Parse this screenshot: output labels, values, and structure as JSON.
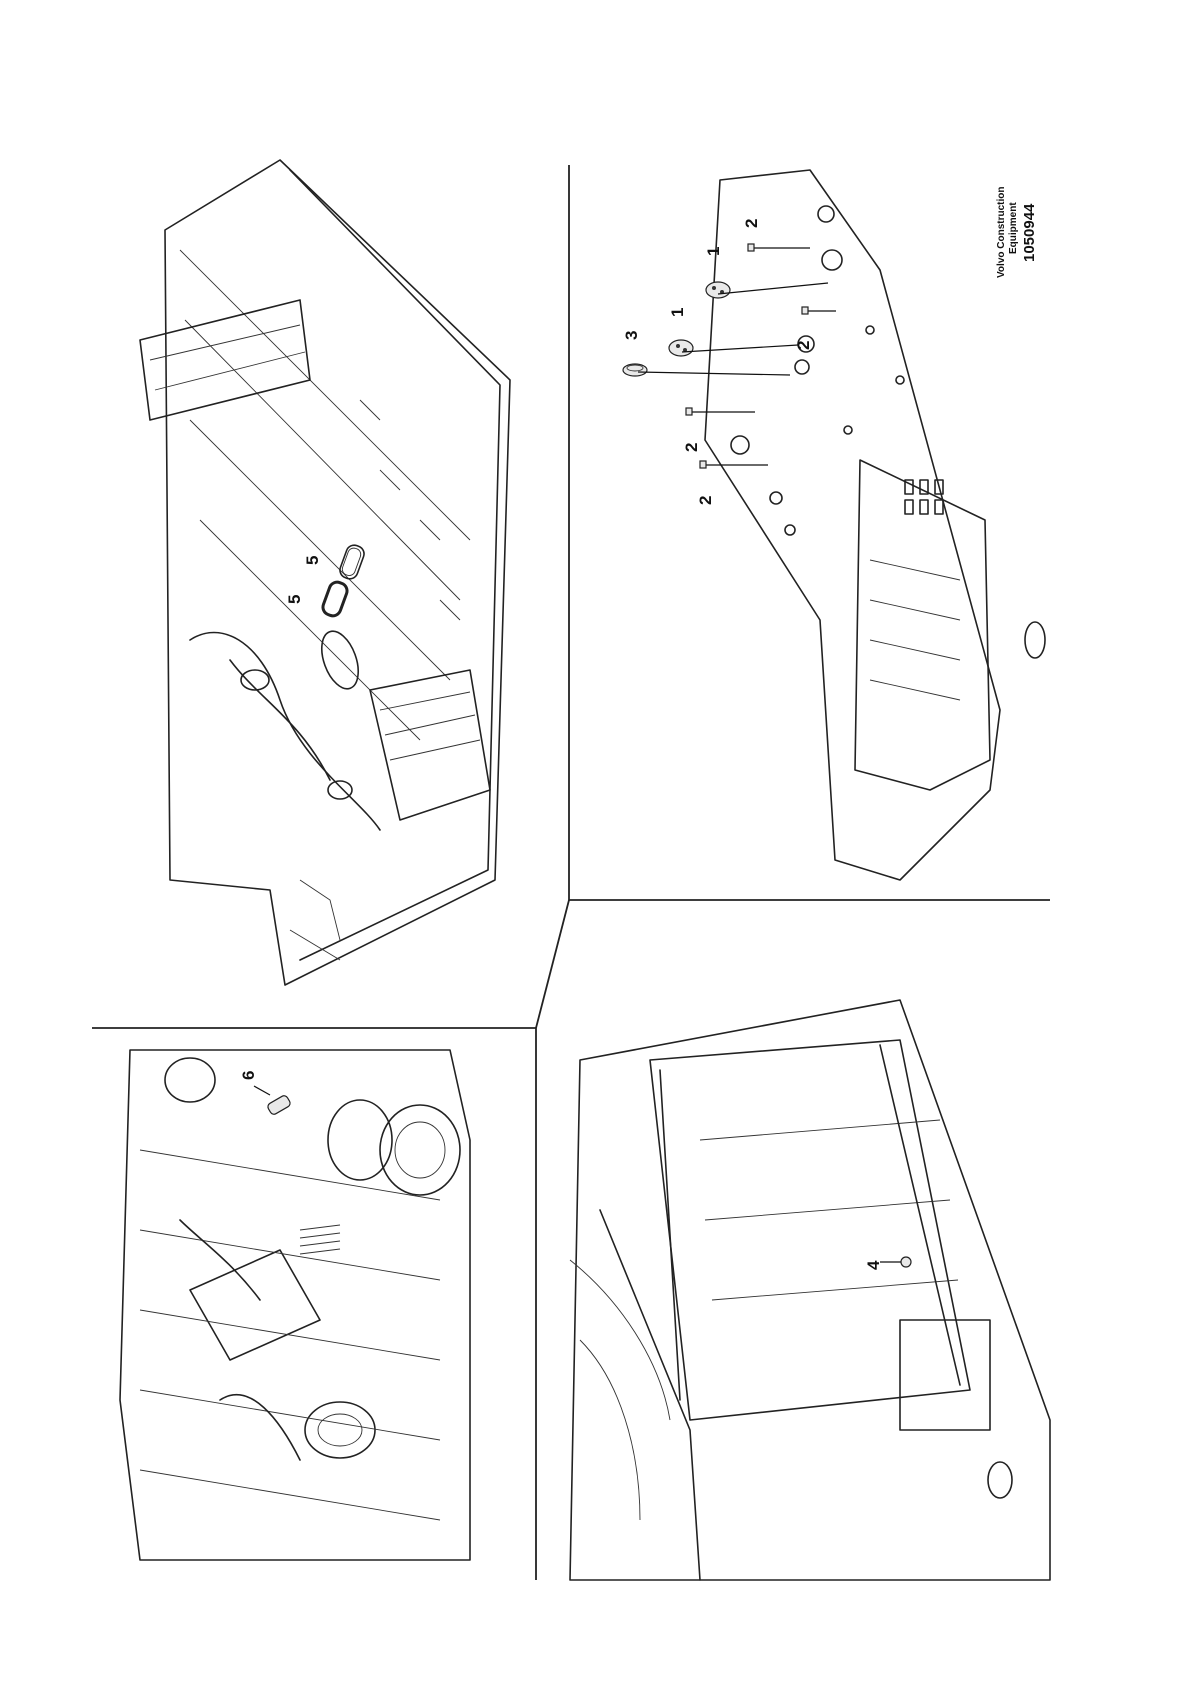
{
  "callouts": {
    "part_1": "1",
    "part_2": "2",
    "part_3": "3",
    "part_4": "4",
    "part_5": "5",
    "part_6": "6"
  },
  "credit": {
    "company_line1": "Volvo Construction",
    "company_line2": "Equipment",
    "drawing_number": "1050944"
  }
}
